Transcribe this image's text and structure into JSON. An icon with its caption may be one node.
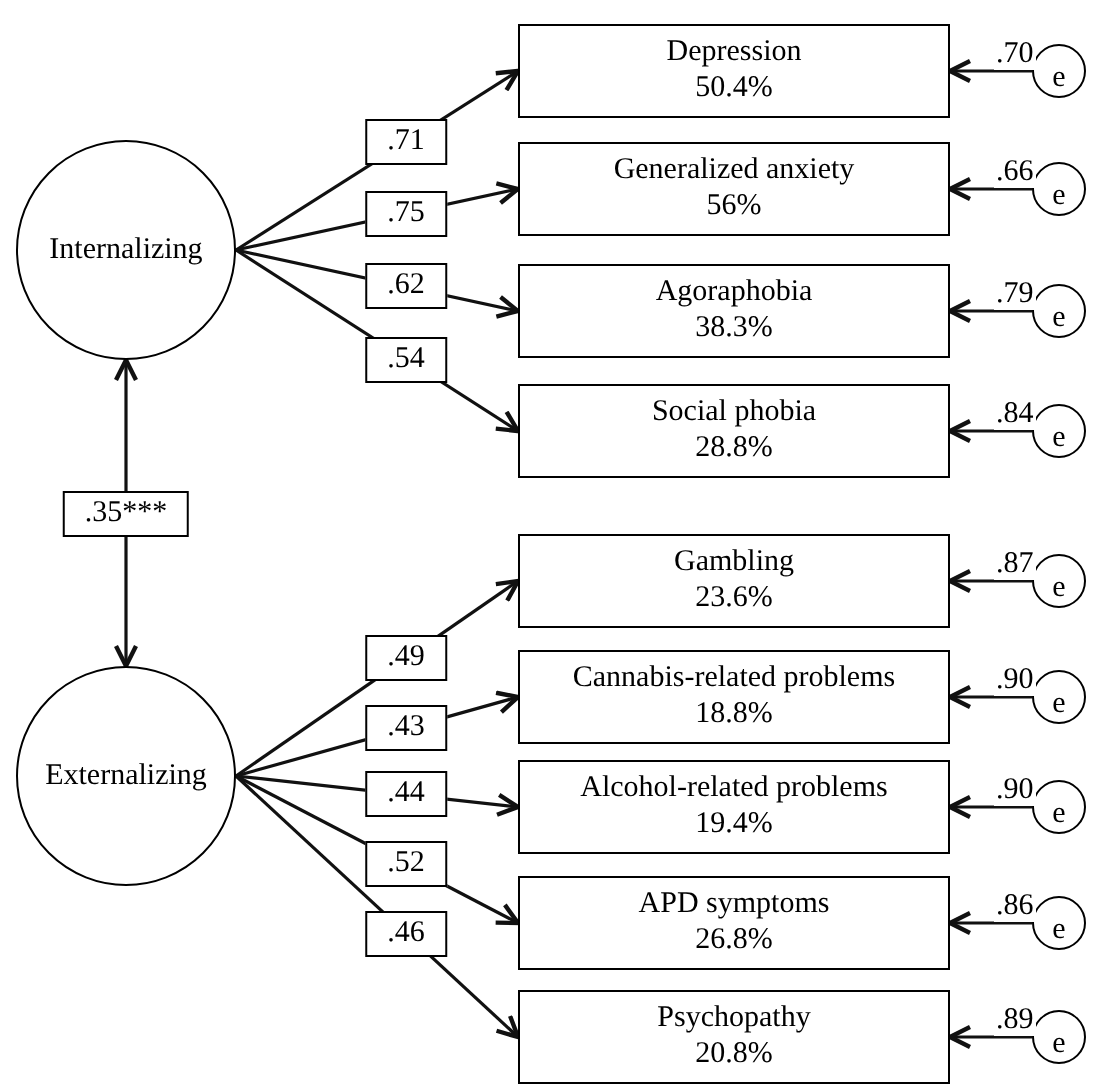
{
  "diagram": {
    "nodes": [
      {
        "text": [
          "Internalizing"
        ]
      },
      {
        "text": [
          "Depression",
          "50.4%"
        ]
      },
      {
        "text": [
          "Generalized anxiety",
          "56%"
        ]
      },
      {
        "text": [
          "Agoraphobia",
          "38.3%"
        ]
      },
      {
        "text": [
          "Social phobia",
          "28.8%"
        ]
      },
      {
        "text": [
          "Externalizing"
        ]
      },
      {
        "text": [
          "Gambling",
          "23.6%"
        ]
      },
      {
        "text": [
          "Cannabis-related problems",
          "18.8%"
        ]
      },
      {
        "text": [
          "Alcohol-related problems",
          "19.4%"
        ]
      },
      {
        "text": [
          "APD symptoms",
          "26.8%"
        ]
      },
      {
        "text": [
          "Psychopathy",
          "20.8%"
        ]
      },
      {
        "text": [
          "e"
        ]
      },
      {
        "text": [
          "e"
        ]
      },
      {
        "text": [
          "e"
        ]
      },
      {
        "text": [
          "e"
        ]
      },
      {
        "text": [
          "e"
        ]
      },
      {
        "text": [
          "e"
        ]
      },
      {
        "text": [
          "e"
        ]
      },
      {
        "text": [
          "e"
        ]
      },
      {
        "text": [
          "e"
        ]
      }
    ],
    "edges": [
      {
        "from": 0,
        "to": 1,
        "arrow": "to",
        "label": ".71"
      },
      {
        "from": 0,
        "to": 2,
        "arrow": "to",
        "label": ".75"
      },
      {
        "from": 0,
        "to": 3,
        "arrow": "to",
        "label": ".62"
      },
      {
        "from": 0,
        "to": 4,
        "arrow": "to",
        "label": ".54"
      },
      {
        "from": 0,
        "to": 5,
        "arrow": "both",
        "label": ".35***"
      },
      {
        "from": 5,
        "to": 6,
        "arrow": "to",
        "label": ".49"
      },
      {
        "from": 5,
        "to": 7,
        "arrow": "to",
        "label": ".43"
      },
      {
        "from": 5,
        "to": 8,
        "arrow": "to",
        "label": ".44"
      },
      {
        "from": 5,
        "to": 9,
        "arrow": "to",
        "label": ".52"
      },
      {
        "from": 5,
        "to": 10,
        "arrow": "to",
        "label": ".46"
      },
      {
        "from": 11,
        "to": 1,
        "arrow": "to",
        "label": ".70"
      },
      {
        "from": 12,
        "to": 2,
        "arrow": "to",
        "label": ".66"
      },
      {
        "from": 13,
        "to": 3,
        "arrow": "to",
        "label": ".79"
      },
      {
        "from": 14,
        "to": 4,
        "arrow": "to",
        "label": ".84"
      },
      {
        "from": 15,
        "to": 6,
        "arrow": "to",
        "label": ".87"
      },
      {
        "from": 16,
        "to": 7,
        "arrow": "to",
        "label": ".90"
      },
      {
        "from": 17,
        "to": 8,
        "arrow": "to",
        "label": ".90"
      },
      {
        "from": 18,
        "to": 9,
        "arrow": "to",
        "label": ".86"
      },
      {
        "from": 19,
        "to": 10,
        "arrow": "to",
        "label": ".89"
      }
    ]
  }
}
